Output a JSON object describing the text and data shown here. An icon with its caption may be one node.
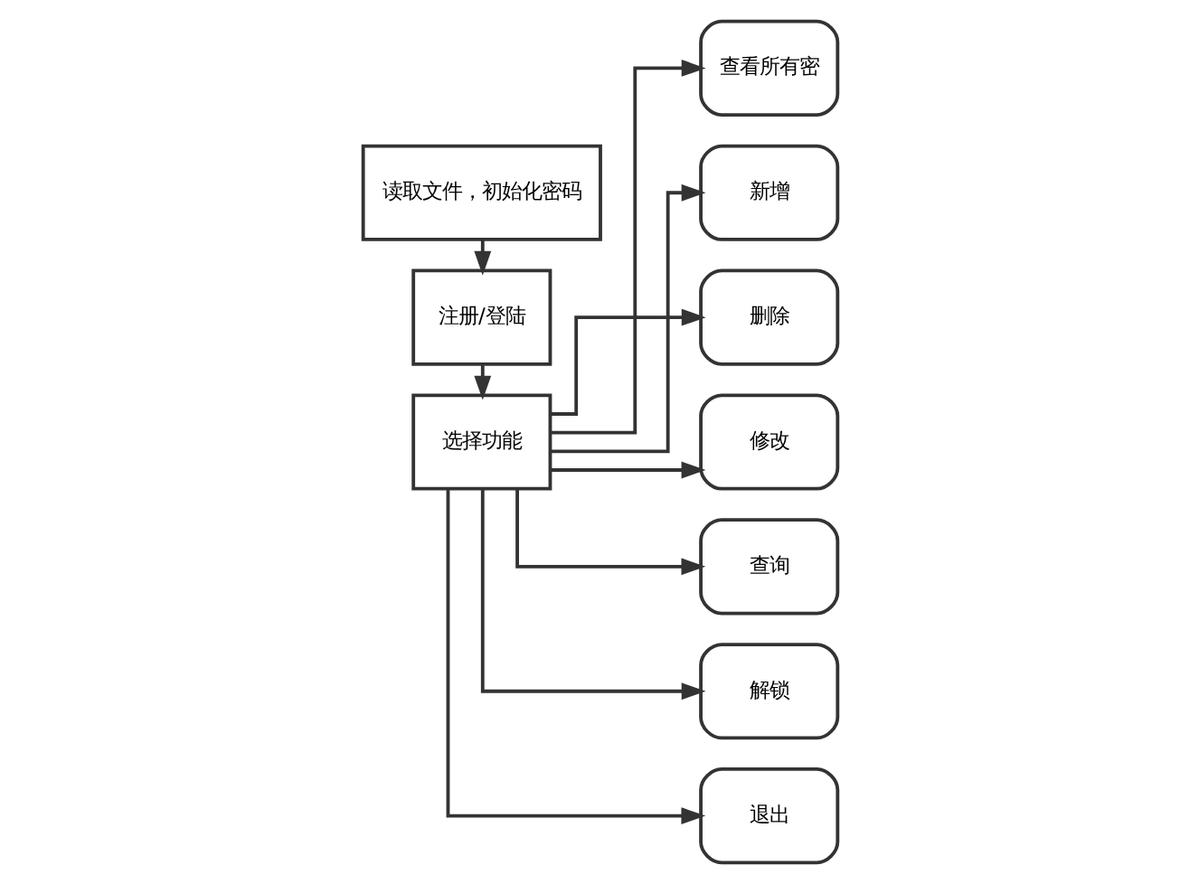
{
  "diagram": {
    "nodes": [
      {
        "text": [
          "读取文件，初始化密码"
        ]
      },
      {
        "text": [
          "注册/登陆"
        ]
      },
      {
        "text": [
          "选择功能"
        ]
      },
      {
        "text": [
          "查看所有密"
        ]
      },
      {
        "text": [
          "新增"
        ]
      },
      {
        "text": [
          "删除"
        ]
      },
      {
        "text": [
          "修改"
        ]
      },
      {
        "text": [
          "查询"
        ]
      },
      {
        "text": [
          "解锁"
        ]
      },
      {
        "text": [
          "退出"
        ]
      }
    ],
    "edges": [
      {
        "from": 0,
        "to": 1,
        "arrow": "to"
      },
      {
        "from": 1,
        "to": 2,
        "arrow": "to"
      },
      {
        "from": 2,
        "to": 3,
        "arrow": "to"
      },
      {
        "from": 2,
        "to": 4,
        "arrow": "to"
      },
      {
        "from": 2,
        "to": 5,
        "arrow": "to"
      },
      {
        "from": 2,
        "to": 6,
        "arrow": "to"
      },
      {
        "from": 2,
        "to": 7,
        "arrow": "to"
      },
      {
        "from": 2,
        "to": 8,
        "arrow": "to"
      },
      {
        "from": 2,
        "to": 9,
        "arrow": "to"
      }
    ]
  }
}
